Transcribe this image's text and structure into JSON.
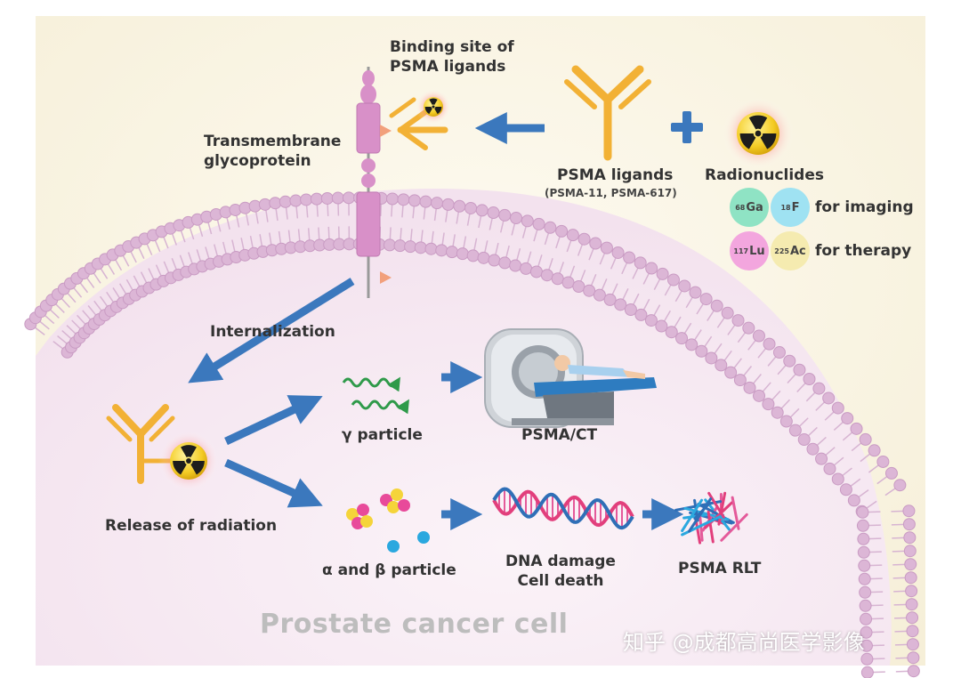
{
  "labels": {
    "binding_site": "Binding site of\nPSMA ligands",
    "transmembrane": "Transmembrane\nglycoprotein",
    "psma_ligands": "PSMA ligands",
    "psma_ligands_examples": "(PSMA-11, PSMA-617)",
    "radionuclides": "Radionuclides",
    "for_imaging": "for imaging",
    "for_therapy": "for therapy",
    "internalization": "Internalization",
    "gamma_particle": "γ particle",
    "psma_ct": "PSMA/CT",
    "release_of_radiation": "Release of radiation",
    "alpha_beta_particle": "α and β particle",
    "dna_damage": "DNA damage\nCell death",
    "psma_rlt": "PSMA RLT",
    "cell_label": "Prostate cancer cell",
    "watermark": "知乎 @成都高尚医学影像"
  },
  "nuclides": [
    {
      "mass": "68",
      "symbol": "Ga",
      "color": "#8fe3c4"
    },
    {
      "mass": "18",
      "symbol": "F",
      "color": "#9fe2f2"
    },
    {
      "mass": "117",
      "symbol": "Lu",
      "color": "#f3a6de"
    },
    {
      "mass": "225",
      "symbol": "Ac",
      "color": "#f5ebb0"
    }
  ],
  "colors": {
    "arrow": "#3b78bd",
    "antibody": "#f2b135",
    "membrane": "#dcb6d6",
    "protein": "#d890c8",
    "cell_fill": "#f7eff6",
    "background": "#fbf6e8"
  }
}
